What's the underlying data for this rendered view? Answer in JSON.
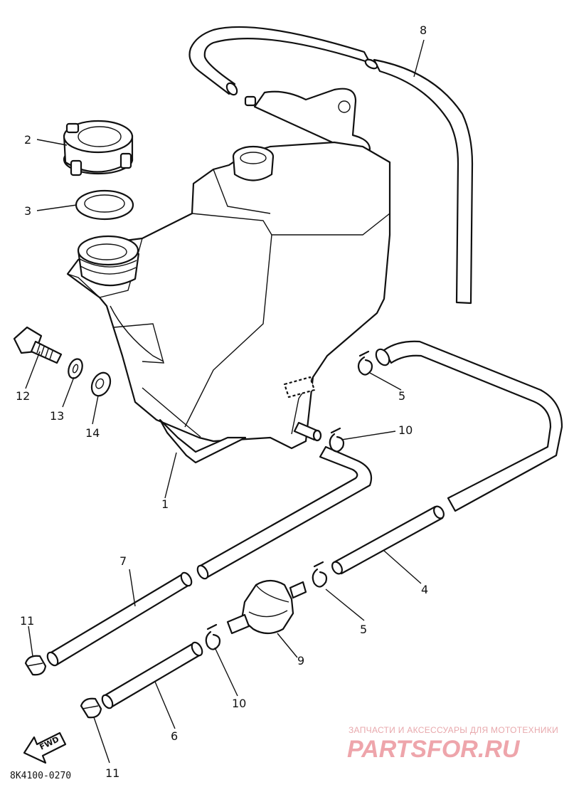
{
  "callouts": {
    "p1": "1",
    "p2": "2",
    "p3": "3",
    "p4": "4",
    "p5a": "5",
    "p5b": "5",
    "p6": "6",
    "p7": "7",
    "p8": "8",
    "p9": "9",
    "p10a": "10",
    "p10b": "10",
    "p11a": "11",
    "p11b": "11",
    "p12": "12",
    "p13": "13",
    "p14": "14"
  },
  "fwd_label": "FWD",
  "diagram_code": "8K4100-0270",
  "watermark": {
    "tagline": "ЗАПЧАСТИ И АКСЕССУАРЫ ДЛЯ МОТОТЕХНИКИ",
    "brand": "PARTSFOR.RU"
  }
}
